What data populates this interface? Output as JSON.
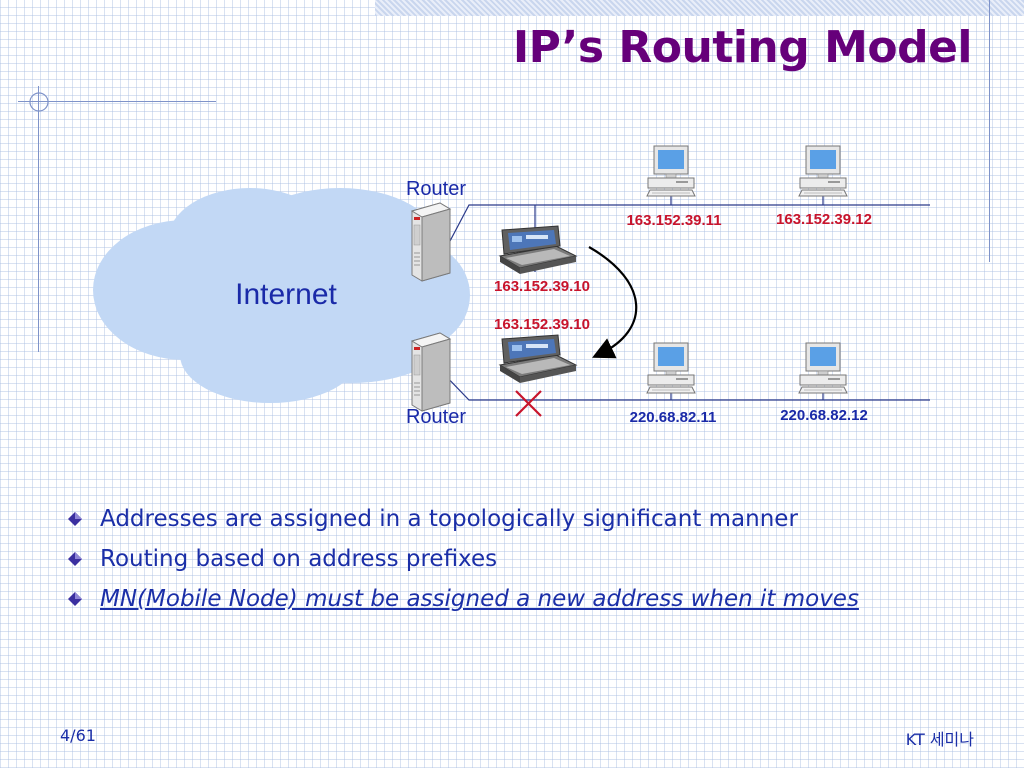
{
  "slide": {
    "title": "IP’s Routing Model",
    "page_number": "4/61",
    "footer_right": "KT 세미나"
  },
  "diagram": {
    "cloud_label": "Internet",
    "router_top_label": "Router",
    "router_bottom_label": "Router",
    "top_host_1_ip": "163.152.39.11",
    "top_host_2_ip": "163.152.39.12",
    "mobile_node_ip_before": "163.152.39.10",
    "mobile_node_ip_after": "163.152.39.10",
    "bottom_host_1_ip": "220.68.82.11",
    "bottom_host_2_ip": "220.68.82.12",
    "colors": {
      "cloud": "#c2d8f5",
      "ip_red": "#c8142c",
      "ip_blue": "#1a2aa8",
      "title": "#66007a",
      "cross": "#c8142c"
    }
  },
  "bullets": [
    "Addresses are assigned in a topologically significant manner",
    "Routing based on address prefixes",
    "MN(Mobile Node) must be assigned a new address when it moves"
  ]
}
